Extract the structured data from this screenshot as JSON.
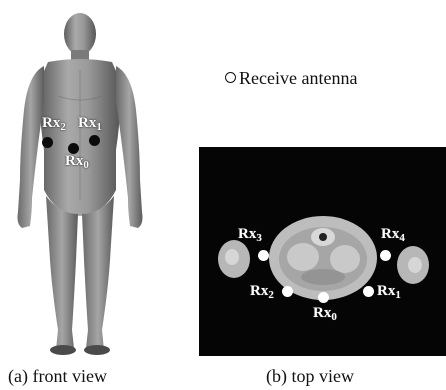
{
  "legend": {
    "label": "Receive antenna"
  },
  "front_view": {
    "caption": "(a) front view",
    "receivers": [
      {
        "label": "Rx",
        "sub": "2"
      },
      {
        "label": "Rx",
        "sub": "1"
      },
      {
        "label": "Rx",
        "sub": "0"
      }
    ]
  },
  "top_view": {
    "caption": "(b) top view",
    "receivers": [
      {
        "label": "Rx",
        "sub": "3"
      },
      {
        "label": "Rx",
        "sub": "4"
      },
      {
        "label": "Rx",
        "sub": "2"
      },
      {
        "label": "Rx",
        "sub": "1"
      },
      {
        "label": "Rx",
        "sub": "0"
      }
    ]
  },
  "colors": {
    "body_gray": "#8a8a8a",
    "panel_bg": "#050505",
    "tissue_light": "#c4c4c4"
  }
}
